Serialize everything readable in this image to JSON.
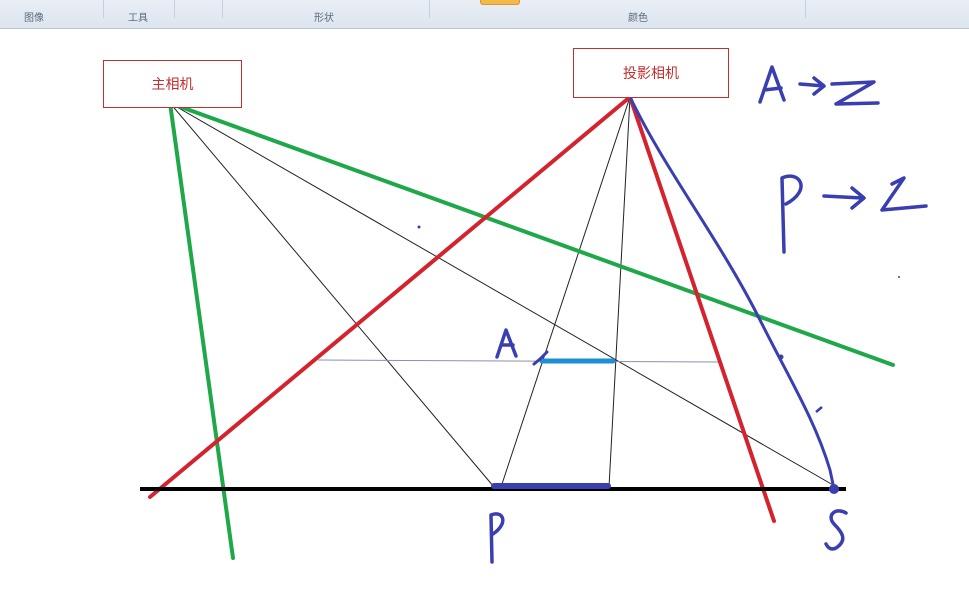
{
  "ribbon": {
    "groups": [
      {
        "label": "图像"
      },
      {
        "label": "工具"
      },
      {
        "label": "形状"
      },
      {
        "label": "颜色"
      }
    ]
  },
  "canvas": {
    "main_camera_label": "主相机",
    "projector_label": "投影相机"
  },
  "colors": {
    "green": "#1fa84a",
    "red": "#d3232f",
    "blue_ink": "#3a3fb0",
    "cyan": "#1e8ed6",
    "black": "#000000",
    "thin": "#222222",
    "ribbon_bg": "#e3e9f1",
    "label_border": "#c0302f"
  }
}
